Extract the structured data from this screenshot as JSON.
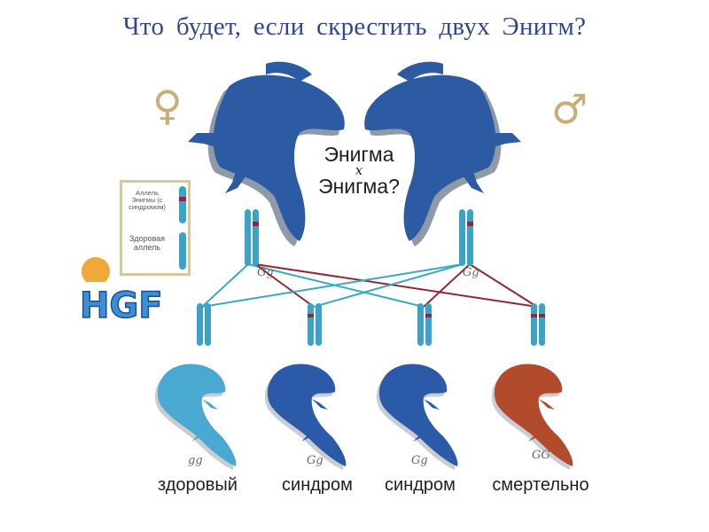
{
  "title": "Что будет,  если скрестить двух Энигм?",
  "cross": {
    "line1": "Энигма",
    "symbol": "x",
    "line2": "Энигма?"
  },
  "symbols": {
    "female": "♀",
    "male": "♂"
  },
  "legend": {
    "enigma_allele": "Аллель Энигмы (с синдромом)",
    "healthy_allele": "Здоровая аллель"
  },
  "logo": {
    "text": "HGF"
  },
  "parents": [
    {
      "genotype": "Gg"
    },
    {
      "genotype": "Gg"
    }
  ],
  "offspring": [
    {
      "genotype": "gg",
      "label": "здоровый",
      "color": "#4aa9d0"
    },
    {
      "genotype": "Gg",
      "label": "синдром",
      "color": "#2a5aa8"
    },
    {
      "genotype": "Gg",
      "label": "синдром",
      "color": "#2a5aa8"
    },
    {
      "genotype": "GG",
      "label": "смертельно",
      "color": "#b24a2c"
    }
  ],
  "colors": {
    "parent": "#2c5ba3",
    "healthy_line": "#3ca8bf",
    "enigma_line": "#8c2a36",
    "chromosome": "#3aa3c7"
  }
}
